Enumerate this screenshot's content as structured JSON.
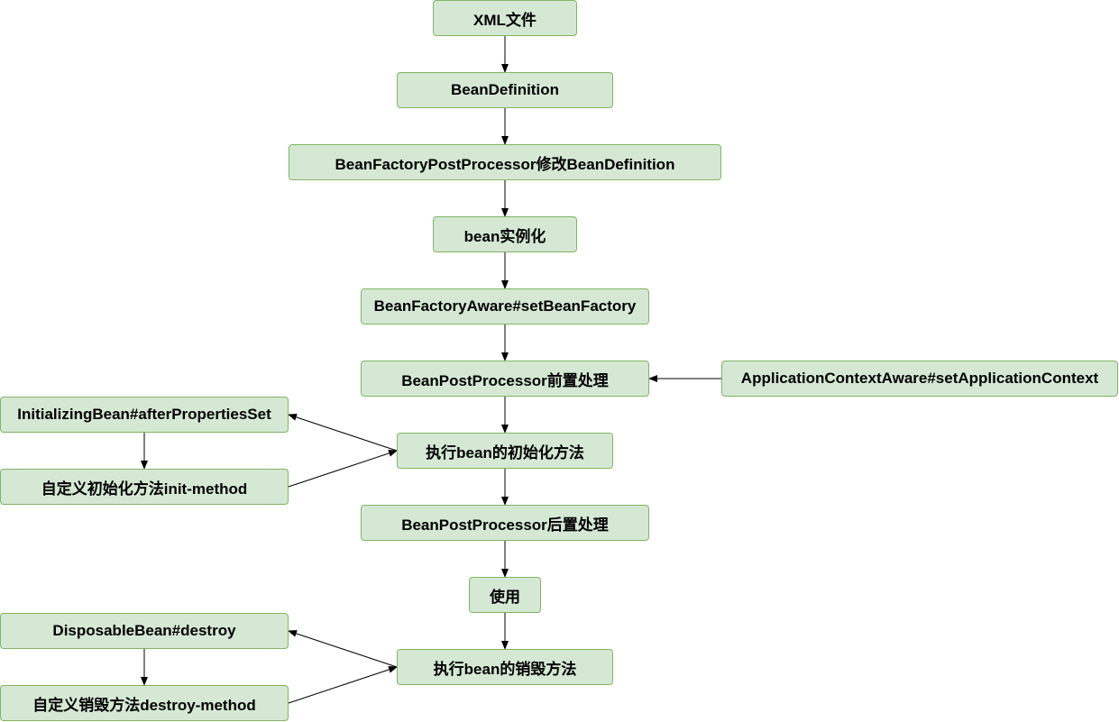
{
  "diagram": {
    "node_fill": "#d5e8d4",
    "node_border": "#82b366",
    "edge_color": "#000000",
    "nodes": [
      {
        "id": "xml",
        "label": "XML文件"
      },
      {
        "id": "beandef",
        "label": "BeanDefinition"
      },
      {
        "id": "bfpp",
        "label": "BeanFactoryPostProcessor修改BeanDefinition"
      },
      {
        "id": "inst",
        "label": "bean实例化"
      },
      {
        "id": "bfaware",
        "label": "BeanFactoryAware#setBeanFactory"
      },
      {
        "id": "bppbefore",
        "label": "BeanPostProcessor前置处理"
      },
      {
        "id": "acaware",
        "label": "ApplicationContextAware#setApplicationContext"
      },
      {
        "id": "initbean",
        "label": "InitializingBean#afterPropertiesSet"
      },
      {
        "id": "initexec",
        "label": "执行bean的初始化方法"
      },
      {
        "id": "initmethod",
        "label": "自定义初始化方法init-method"
      },
      {
        "id": "bppafter",
        "label": "BeanPostProcessor后置处理"
      },
      {
        "id": "use",
        "label": "使用"
      },
      {
        "id": "dispbean",
        "label": "DisposableBean#destroy"
      },
      {
        "id": "destroyexec",
        "label": "执行bean的销毁方法"
      },
      {
        "id": "destroymethod",
        "label": "自定义销毁方法destroy-method"
      }
    ],
    "edges": [
      {
        "from": "xml",
        "to": "beandef"
      },
      {
        "from": "beandef",
        "to": "bfpp"
      },
      {
        "from": "bfpp",
        "to": "inst"
      },
      {
        "from": "inst",
        "to": "bfaware"
      },
      {
        "from": "bfaware",
        "to": "bppbefore"
      },
      {
        "from": "acaware",
        "to": "bppbefore"
      },
      {
        "from": "bppbefore",
        "to": "initexec"
      },
      {
        "from": "initexec",
        "to": "initbean"
      },
      {
        "from": "initbean",
        "to": "initmethod"
      },
      {
        "from": "initmethod",
        "to": "initexec"
      },
      {
        "from": "initexec",
        "to": "bppafter"
      },
      {
        "from": "bppafter",
        "to": "use"
      },
      {
        "from": "use",
        "to": "destroyexec"
      },
      {
        "from": "destroyexec",
        "to": "dispbean"
      },
      {
        "from": "dispbean",
        "to": "destroymethod"
      },
      {
        "from": "destroymethod",
        "to": "destroyexec"
      }
    ]
  }
}
